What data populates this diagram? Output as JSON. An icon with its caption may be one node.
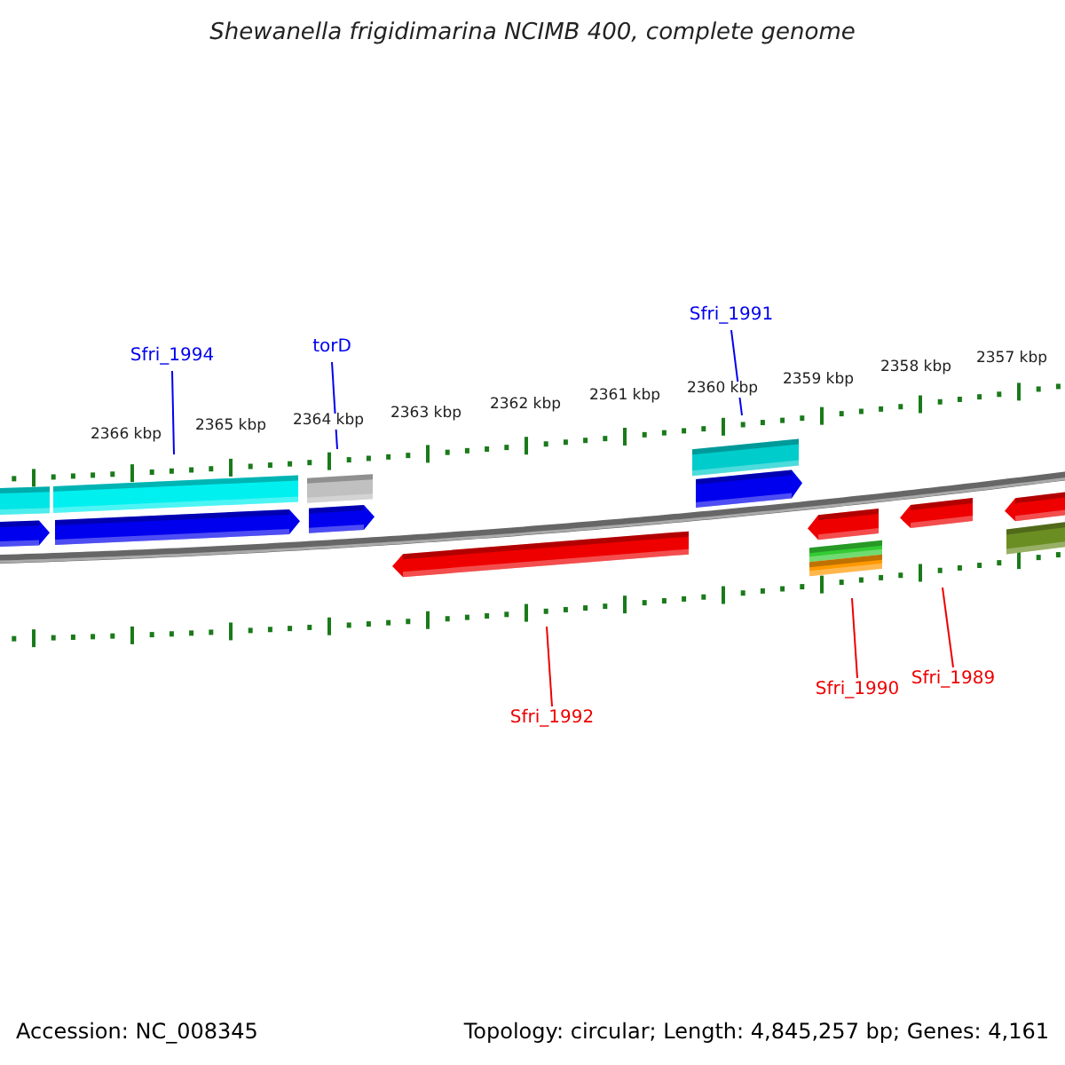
{
  "diagram": {
    "title": "Shewanella frigidimarina NCIMB 400, complete genome",
    "nodes": [
      {
        "text": [
          "Sfri_1994"
        ]
      },
      {
        "text": [
          "torD"
        ]
      },
      {
        "text": [
          "Sfri_1991"
        ]
      },
      {
        "text": [
          "Sfri_1992"
        ]
      },
      {
        "text": [
          "Sfri_1990"
        ]
      },
      {
        "text": [
          "Sfri_1989"
        ]
      }
    ],
    "edges": [
      {
        "from": 0,
        "to": null,
        "arrow": "none",
        "color": "#0000ee"
      },
      {
        "from": 1,
        "to": null,
        "arrow": "none",
        "color": "#0000ee"
      },
      {
        "from": 2,
        "to": null,
        "arrow": "none",
        "color": "#0000ee"
      },
      {
        "from": 3,
        "to": null,
        "arrow": "none",
        "color": "#ee0000"
      },
      {
        "from": 4,
        "to": null,
        "arrow": "none",
        "color": "#ee0000"
      },
      {
        "from": 5,
        "to": null,
        "arrow": "none",
        "color": "#ee0000"
      }
    ],
    "labels": [
      "2366 kbp",
      "2365 kbp",
      "2364 kbp",
      "2363 kbp",
      "2362 kbp",
      "2361 kbp",
      "2360 kbp",
      "2359 kbp",
      "2358 kbp",
      "2357 kbp",
      "Accession: NC_008345",
      "Topology: circular; Length: 4,845,257 bp; Genes: 4,161"
    ]
  }
}
